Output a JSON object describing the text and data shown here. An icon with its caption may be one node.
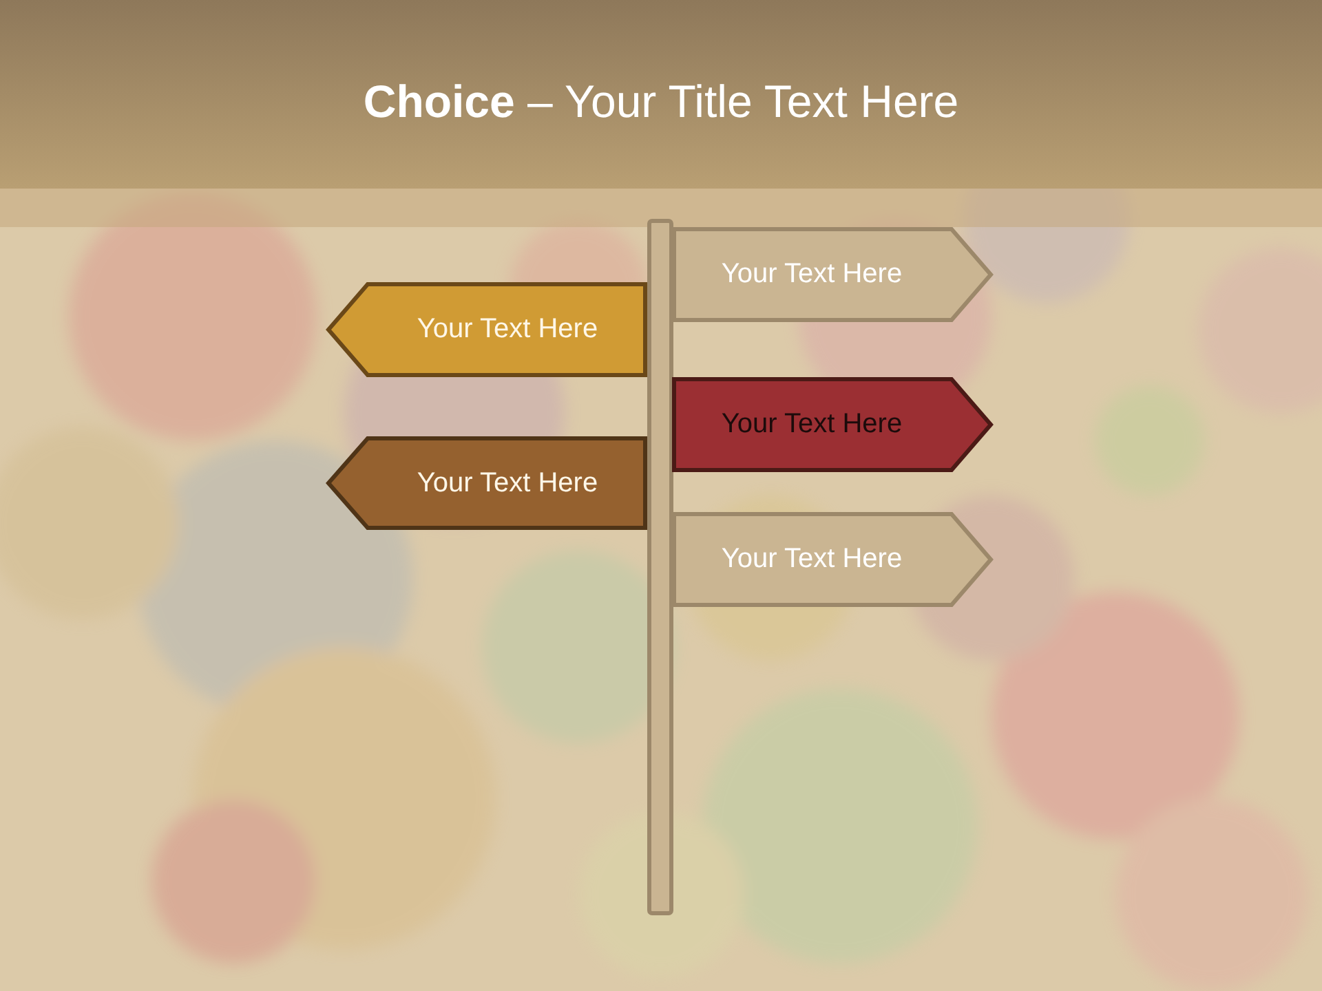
{
  "diagram": {
    "title": "**Choice** – Your Title Text Here",
    "nodes": [
      {
        "text": [],
        "shape": "bar"
      },
      {
        "text": [
          "Your Text Here"
        ]
      },
      {
        "text": [
          "Your Text Here"
        ]
      },
      {
        "text": [
          "Your Text Here"
        ]
      },
      {
        "text": [
          "Your Text Here"
        ]
      },
      {
        "text": [
          "Your Text Here"
        ]
      }
    ]
  }
}
